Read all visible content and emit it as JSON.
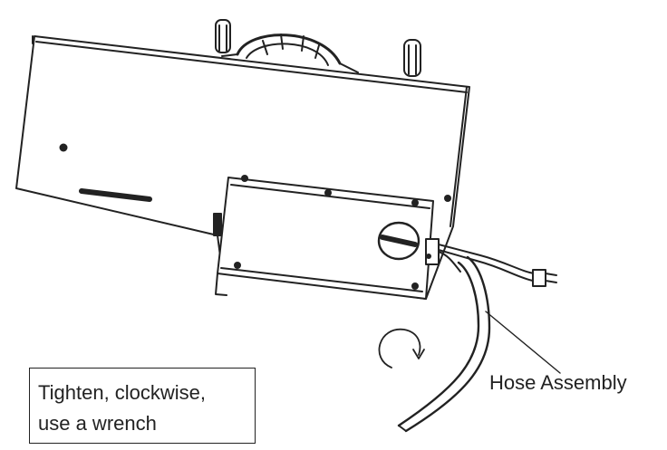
{
  "callout": {
    "line1": "Tighten, clockwise,",
    "line2": "use a wrench"
  },
  "labels": {
    "hose_assembly": "Hose Assembly"
  },
  "colors": {
    "ink": "#222222",
    "background": "#ffffff"
  }
}
